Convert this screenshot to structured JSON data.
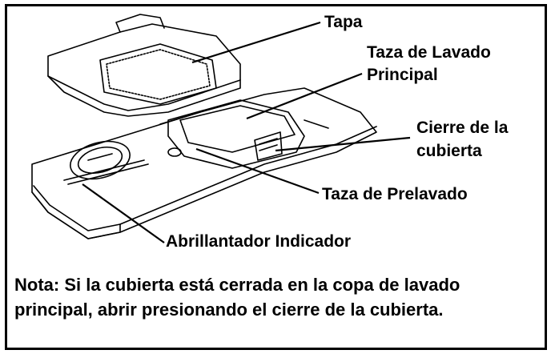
{
  "labels": {
    "tapa": "Tapa",
    "taza_principal_1": "Taza de Lavado",
    "taza_principal_2": "Principal",
    "cierre_1": "Cierre de la",
    "cierre_2": "cubierta",
    "prelavado": "Taza de Prelavado",
    "abrillantador": "Abrillantador Indicador"
  },
  "note": "Nota: Si la cubierta está cerrada en la copa de lavado principal, abrir presionando el cierre de la cubierta."
}
